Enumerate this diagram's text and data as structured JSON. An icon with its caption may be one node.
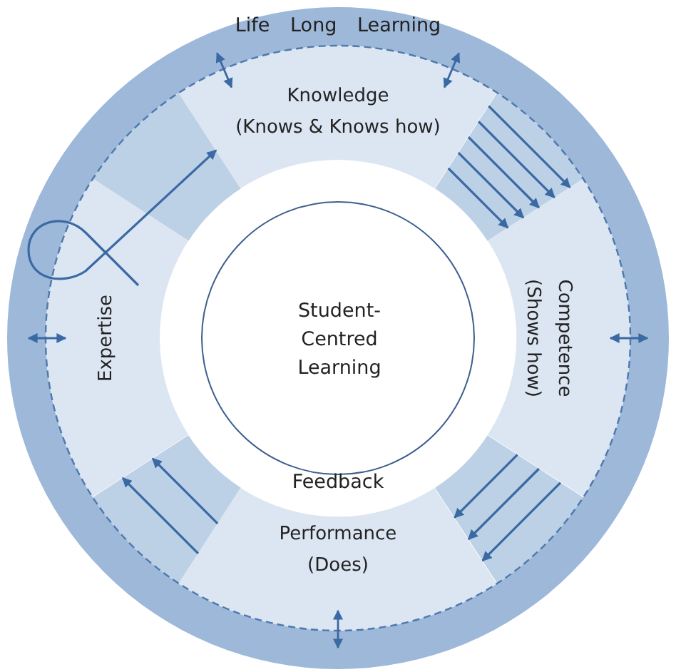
{
  "diagram": {
    "nodes": [
      {
        "text": [
          "Life Long Learning"
        ]
      },
      {
        "text": [
          "Knowledge",
          "(Knows & Knows how)"
        ],
        "in": 0
      },
      {
        "text": [
          "Expertise"
        ],
        "in": 0
      },
      {
        "text": [
          "Student-Centred Learning"
        ],
        "in": 0
      },
      {
        "text": [
          "Competence",
          "(Shows how)"
        ],
        "in": 0
      },
      {
        "text": [
          "Performance",
          "(Does)"
        ],
        "in": 0
      }
    ],
    "edges": [
      {
        "from": 1,
        "to": 4,
        "arrow": "to"
      },
      {
        "from": 1,
        "to": 4,
        "arrow": "to"
      },
      {
        "from": 1,
        "to": 4,
        "arrow": "to"
      },
      {
        "from": 1,
        "to": 4,
        "arrow": "to"
      },
      {
        "from": 1,
        "to": 4,
        "arrow": "to"
      },
      {
        "from": 4,
        "to": 5,
        "arrow": "to"
      },
      {
        "from": 4,
        "to": 5,
        "arrow": "to"
      },
      {
        "from": 4,
        "to": 5,
        "arrow": "to"
      },
      {
        "from": 5,
        "to": 2,
        "arrow": "to"
      },
      {
        "from": 5,
        "to": 2,
        "arrow": "to"
      },
      {
        "from": 2,
        "to": 1,
        "arrow": "to"
      }
    ],
    "labels": [
      "Feedback"
    ]
  }
}
